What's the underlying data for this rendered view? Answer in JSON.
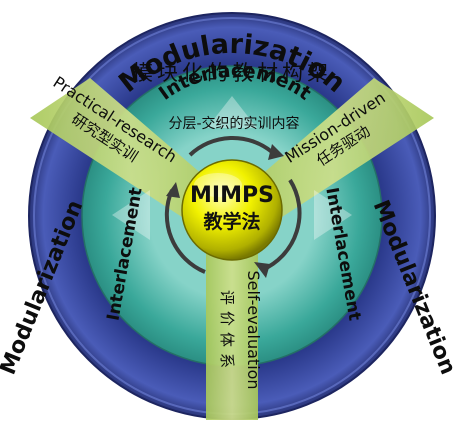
{
  "center": {
    "title": "MIMPS",
    "subtitle": "教学法"
  },
  "outer_ring": {
    "top_en": "Modularization",
    "top_zh": "模块化的教材构架",
    "left_en": "Modularization",
    "right_en": "Modularization"
  },
  "inner_ring": {
    "top_en": "Interlacement",
    "top_zh": "分层-交织的实训内容",
    "left_en": "Interlacement",
    "right_en": "Interlacement"
  },
  "spokes": {
    "practical_en": "Practical-research",
    "practical_zh": "研究型实训",
    "mission_en": "Mission-driven",
    "mission_zh": "任务驱动",
    "self_en": "Self-evaluation",
    "self_zh": "评价体系"
  },
  "colors": {
    "outer_ring": "#3a4aa0",
    "inner_ring": "#3aa89a",
    "spokes": "#b8d06a",
    "center_ball": "#e6e600"
  }
}
